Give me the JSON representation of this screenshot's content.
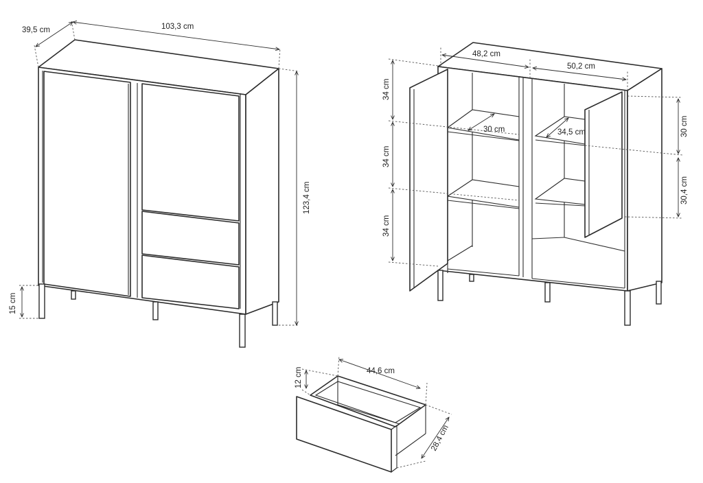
{
  "drawing": {
    "closed_view": {
      "depth": "39,5 cm",
      "width": "103,3 cm",
      "height": "123,4 cm",
      "leg_height": "15 cm"
    },
    "open_view": {
      "left_inner_width": "48,2 cm",
      "right_inner_width": "50,2 cm",
      "left_shelf_depth": "30 cm",
      "right_shelf_depth": "34,5 cm",
      "left_compartment_1": "34 cm",
      "left_compartment_2": "34 cm",
      "left_compartment_3": "34 cm",
      "right_compartment_1": "30 cm",
      "right_compartment_2": "30,4 cm"
    },
    "drawer": {
      "width": "44,6 cm",
      "height": "12 cm",
      "depth": "28,4 cm"
    }
  },
  "colors": {
    "line": "#2b2b2b",
    "background": "#ffffff"
  }
}
